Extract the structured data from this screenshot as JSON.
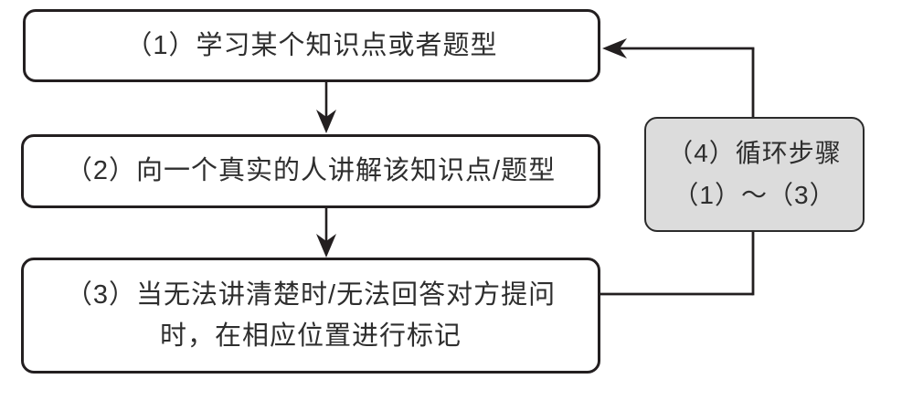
{
  "diagram": {
    "type": "flowchart",
    "background": "#ffffff",
    "colors": {
      "connector_line": "#231f20",
      "node_border": "#231f20",
      "node_fill": "#ffffff",
      "loop_node_fill": "#dcdcdc",
      "text": "#2e2e2e"
    },
    "nodes": [
      {
        "id": "step1",
        "shape": "rounded-rect",
        "lines": [
          "（1）学习某个知识点或者题型"
        ]
      },
      {
        "id": "step2",
        "shape": "rounded-rect",
        "lines": [
          "（2）向一个真实的人讲解该知识点/题型"
        ]
      },
      {
        "id": "step3",
        "shape": "rounded-rect",
        "lines": [
          "（3）当无法讲清楚时/无法回答对方提问",
          "时，在相应位置进行标记"
        ]
      },
      {
        "id": "step4",
        "shape": "rounded-rect-filled",
        "lines": [
          "（4）循环步骤",
          "（1）～（3）"
        ]
      }
    ],
    "edges": [
      {
        "from": "step1",
        "to": "step2",
        "style": "arrow-down"
      },
      {
        "from": "step2",
        "to": "step3",
        "style": "arrow-down"
      },
      {
        "from": "step3",
        "to": "step1",
        "via": "step4",
        "style": "loop-right-up-arrow-left"
      }
    ]
  }
}
